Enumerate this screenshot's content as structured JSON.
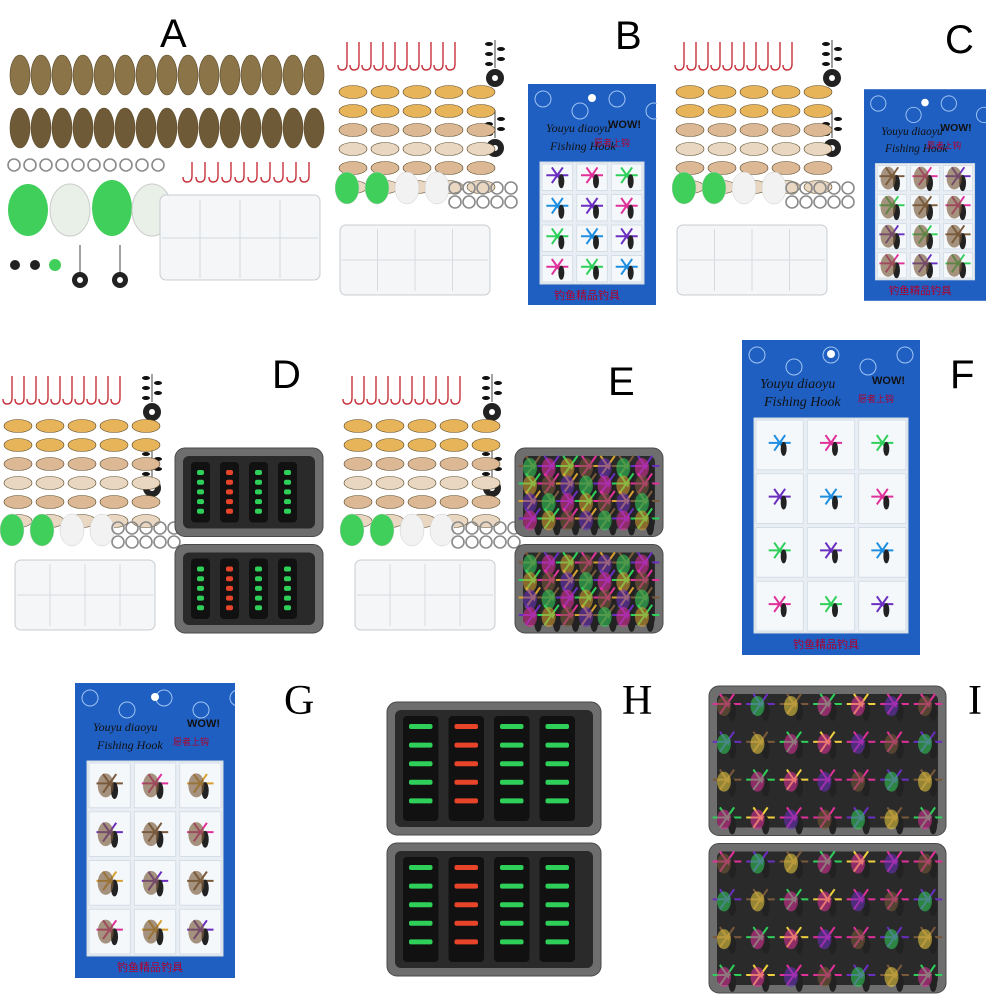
{
  "panels": {
    "A": {
      "label": "A",
      "content": "spinner blades, split rings, floats, swivels, hooks, bobber stops and clear tackle box"
    },
    "B": {
      "label": "B",
      "content": "tackle kit with blue card of 12 flies"
    },
    "C": {
      "label": "C",
      "content": "tackle kit with blue card of 12 feather flies"
    },
    "D": {
      "label": "D",
      "content": "tackle kit with grey fly box of nymph flies"
    },
    "E": {
      "label": "E",
      "content": "tackle kit with grey fly box of feather flies"
    },
    "F": {
      "label": "F",
      "content": "blue card of 12 flies"
    },
    "G": {
      "label": "G",
      "content": "blue card of 12 feather flies"
    },
    "H": {
      "label": "H",
      "content": "grey fly box of nymph flies"
    },
    "I": {
      "label": "I",
      "content": "grey fly box of colourful feather flies"
    }
  },
  "card_text": {
    "brand_line1": "Youyu diaoyu",
    "brand_line2": "Fishing Hook",
    "wow": "WOW!",
    "chinese_tag": "愿者上钩",
    "chinese_bottom": "钓鱼精品钓具"
  },
  "colors": {
    "card_blue": "#1f5fc2",
    "blade_bronze": "#8a7448",
    "blade_gold": "#e8b45a",
    "hook_red": "#c8323c",
    "float_green": "#3fcf5a",
    "box_grey": "#6e6e6e",
    "fly_pink": "#e0309a",
    "fly_purple": "#6a2fc0"
  }
}
